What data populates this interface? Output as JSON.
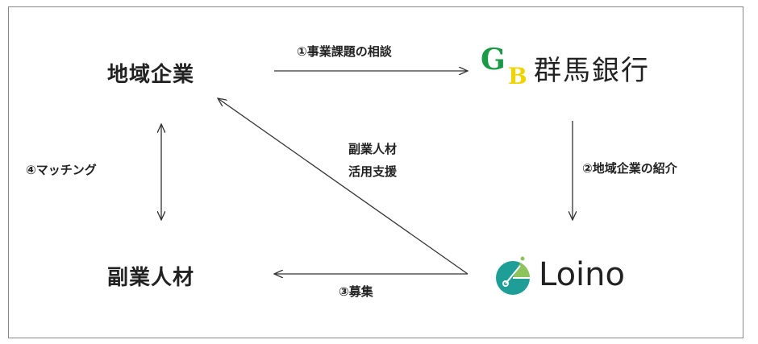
{
  "nodes": {
    "company": "地域企業",
    "talent": "副業人材"
  },
  "bank": {
    "logo_letters": "GB",
    "name": "群馬銀行",
    "colors": {
      "g": "#1a9a46",
      "b": "#f0d400"
    }
  },
  "loino": {
    "name": "Loino",
    "colors": {
      "teal": "#1e9e96",
      "green": "#8cc35a"
    }
  },
  "arrows": {
    "step1": "①事業課題の相談",
    "step2": "②地域企業の紹介",
    "step3": "③募集",
    "step4": "④マッチング",
    "support_line1": "副業人材",
    "support_line2": "活用支援"
  }
}
